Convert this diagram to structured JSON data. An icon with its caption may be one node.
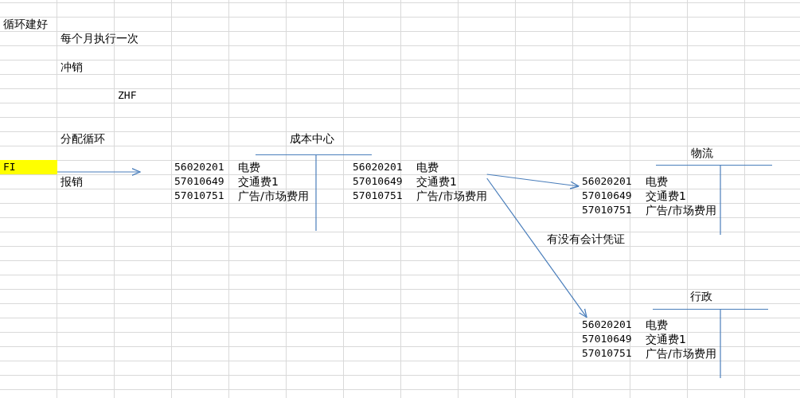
{
  "diagram": {
    "nodes": [
      {
        "text": [
          "FI"
        ]
      },
      {
        "text": [
          "56020201",
          "电费",
          "57010649",
          "交通费1",
          "57010751",
          "广告/市场费用"
        ],
        "beside": [
          "成本中心"
        ]
      },
      {
        "text": [
          "56020201",
          "电费",
          "57010649",
          "交通费1",
          "57010751",
          "广告/市场费用"
        ]
      },
      {
        "text": [
          "56020201",
          "电费",
          "57010649",
          "交通费1",
          "57010751",
          "广告/市场费用"
        ],
        "beside": [
          "物流"
        ]
      },
      {
        "text": [
          "56020201",
          "电费",
          "57010649",
          "交通费1",
          "57010751",
          "广告/市场费用"
        ],
        "beside": [
          "行政"
        ]
      }
    ],
    "edges": [
      {
        "from": 0,
        "to": 1,
        "arrow": "to",
        "label": "报销"
      },
      {
        "from": 2,
        "to": 3,
        "arrow": "to"
      },
      {
        "from": 2,
        "to": 4,
        "arrow": "to",
        "label": "有没有会计凭证"
      }
    ],
    "labels": [
      "循环建好",
      "每个月执行一次",
      "冲销",
      "ZHF",
      "分配循环"
    ]
  }
}
